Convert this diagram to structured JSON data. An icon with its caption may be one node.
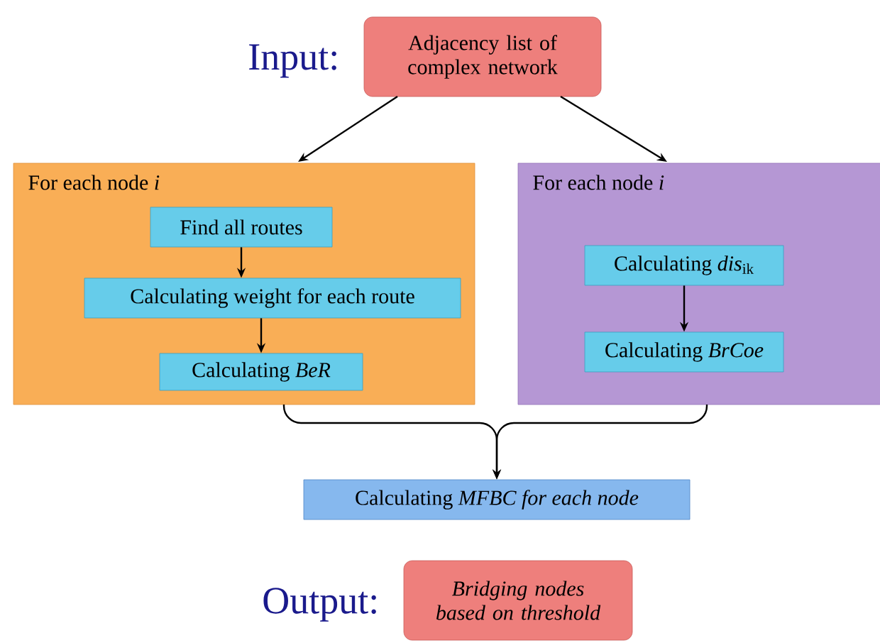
{
  "diagram": {
    "nodes": [
      {
        "text": [
          "Adjacency list of complex network"
        ],
        "beside": [
          "Input:"
        ]
      },
      {
        "text": [
          "For each node *i*"
        ]
      },
      {
        "text": [
          "Find all routes"
        ],
        "in": 1
      },
      {
        "text": [
          "Calculating weight for each route"
        ],
        "in": 1
      },
      {
        "text": [
          "Calculating *BeR*"
        ],
        "in": 1
      },
      {
        "text": [
          "For each node *i*"
        ]
      },
      {
        "text": [
          "Calculating *dis*$_{ik}$"
        ],
        "in": 5
      },
      {
        "text": [
          "Calculating *BrCoe*"
        ],
        "in": 5
      },
      {
        "text": [
          "Calculating *MFBC for each node*"
        ]
      },
      {
        "text": [
          "Bridging nodes based on threshold"
        ],
        "beside": [
          "Output:"
        ]
      }
    ],
    "edges": [
      {
        "from": 0,
        "to": 1,
        "arrow": "to"
      },
      {
        "from": 0,
        "to": 5,
        "arrow": "to"
      },
      {
        "from": 2,
        "to": 3,
        "arrow": "to"
      },
      {
        "from": 3,
        "to": 4,
        "arrow": "to"
      },
      {
        "from": 6,
        "to": 7,
        "arrow": "to"
      },
      {
        "from": 1,
        "to": 8,
        "arrow": "to"
      },
      {
        "from": 5,
        "to": 8,
        "arrow": "to"
      }
    ]
  }
}
